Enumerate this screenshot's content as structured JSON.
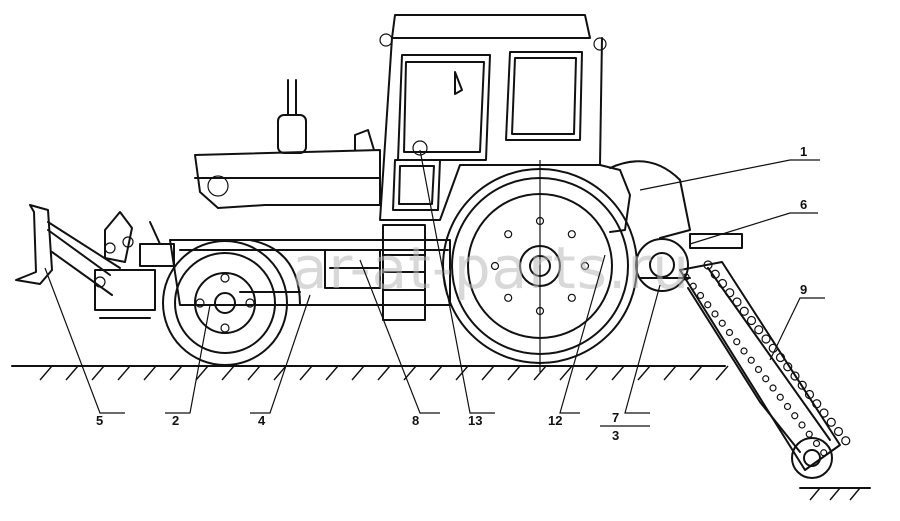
{
  "watermark": "ar-at-parts.ru",
  "callouts": {
    "c1": "1",
    "c2": "2",
    "c3": "3",
    "c4": "4",
    "c5": "5",
    "c6": "6",
    "c7": "7",
    "c8": "8",
    "c9": "9",
    "c12": "12",
    "c13": "13"
  }
}
